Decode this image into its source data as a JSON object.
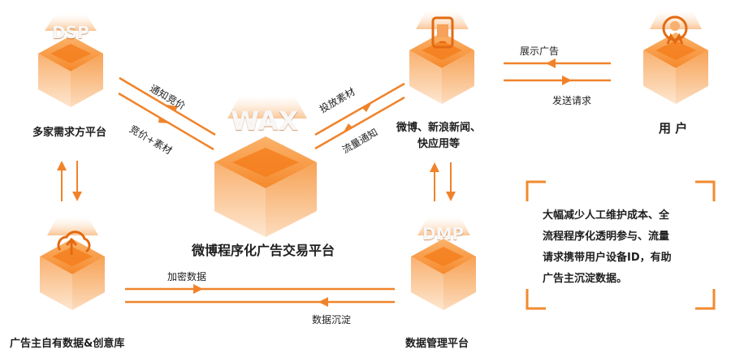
{
  "nodes": {
    "dsp": {
      "logo": "DSP",
      "label": "多家需求方平台"
    },
    "wax": {
      "logo": "WAX",
      "label": "微博程序化广告交易平台"
    },
    "media": {
      "label_line1": "微博、新浪新闻、",
      "label_line2": "快应用等"
    },
    "user": {
      "label": "用 户"
    },
    "advertiser": {
      "label": "广告主自有数据&创意库"
    },
    "dmp": {
      "logo": "DMP",
      "label": "数据管理平台"
    }
  },
  "edges": {
    "notify_bid": "通知竞价",
    "bid_material": "竞价+素材",
    "deliver_material": "投放素材",
    "traffic_notify": "流量通知",
    "show_ad": "展示广告",
    "send_request": "发送请求",
    "encrypt_data": "加密数据",
    "data_settle": "数据沉淀"
  },
  "note": {
    "lines": [
      "大幅减少人工维护成本、全",
      "流程程序化透明参与、流量",
      "请求携带用户设备ID，有助",
      "广告主沉淀数据。"
    ]
  },
  "colors": {
    "accent": "#f28a2e",
    "accent_light": "#fcd9b6",
    "arrow": "#f0832a"
  }
}
